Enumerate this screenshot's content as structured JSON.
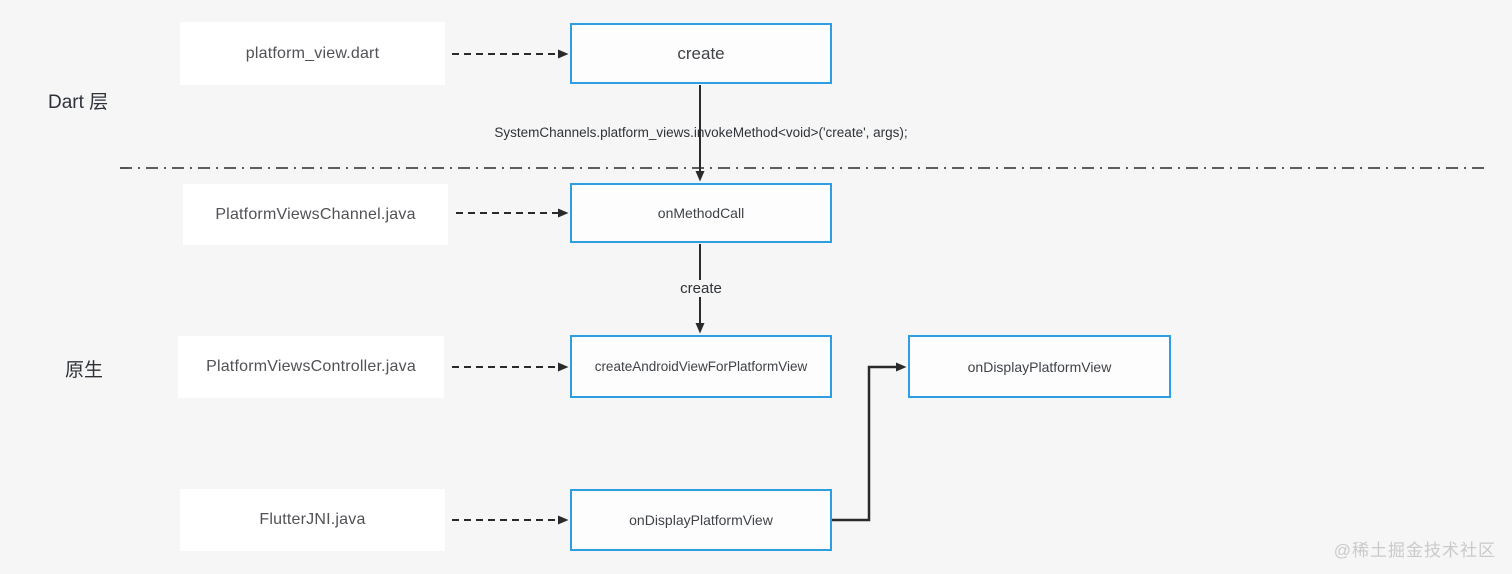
{
  "diagram": {
    "layer_labels": {
      "dart": "Dart 层",
      "native": "原生"
    },
    "file_nodes": [
      {
        "label": "platform_view.dart"
      },
      {
        "label": "PlatformViewsChannel.java"
      },
      {
        "label": "PlatformViewsController.java"
      },
      {
        "label": "FlutterJNI.java"
      }
    ],
    "method_nodes": [
      {
        "label": "create"
      },
      {
        "label": "onMethodCall"
      },
      {
        "label": "createAndroidViewForPlatformView"
      },
      {
        "label": "onDisplayPlatformView"
      },
      {
        "label": "onDisplayPlatformView"
      }
    ],
    "edge_labels": {
      "invoke_method": "SystemChannels.platform_views.invokeMethod<void>('create', args);",
      "create": "create"
    },
    "watermark": "@稀土掘金技术社区",
    "colors": {
      "background": "#f6f6f6",
      "node_border": "#2d9ee2",
      "line": "#2a2a2a",
      "watermark": "#c9cacc"
    }
  }
}
